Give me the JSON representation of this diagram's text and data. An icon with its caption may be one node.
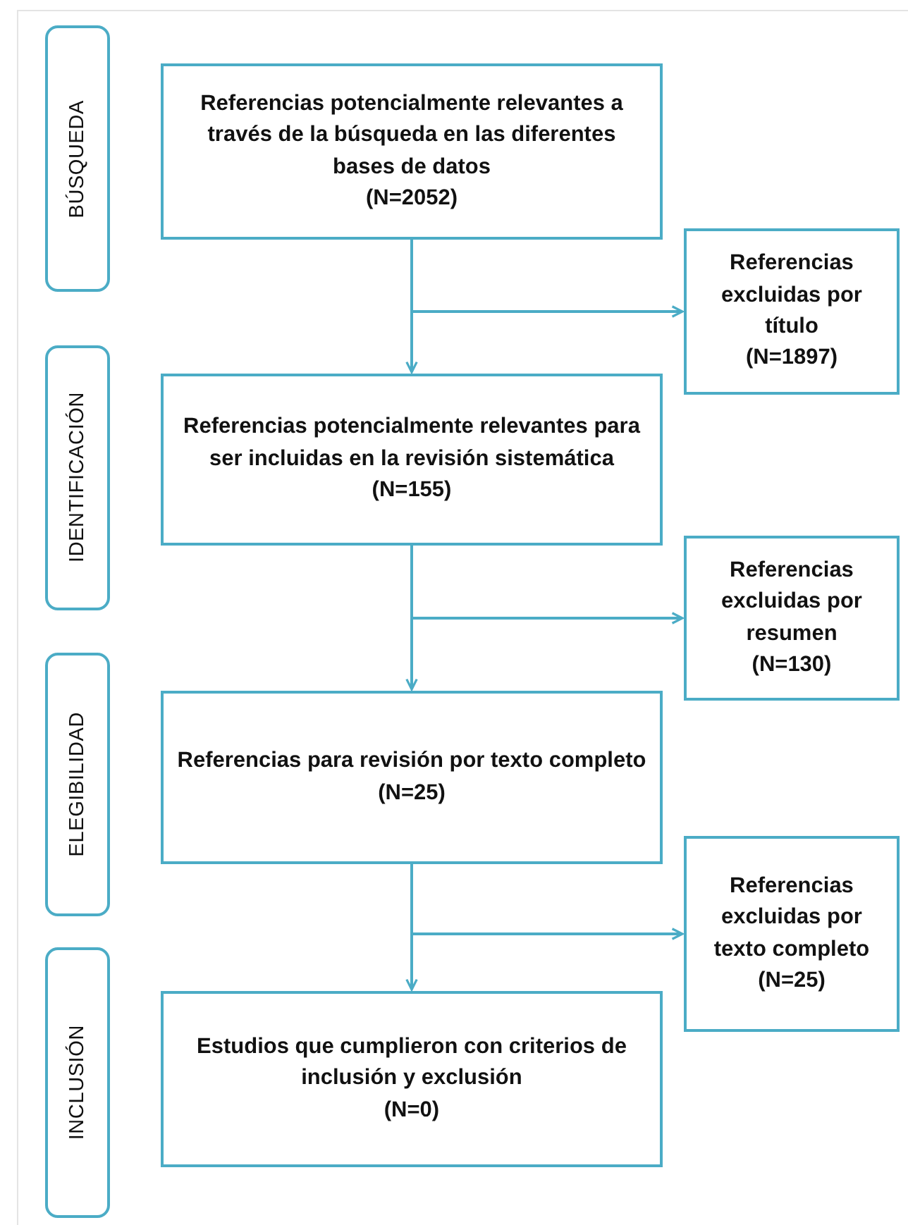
{
  "diagram": {
    "nodes": [
      {
        "text": [
          "BÚSQUEDA"
        ]
      },
      {
        "text": [
          "Referencias potencialmente relevantes a través de la búsqueda en las diferentes bases de datos",
          "(N=2052)"
        ]
      },
      {
        "text": [
          "Referencias excluidas por título",
          "(N=1897)"
        ]
      },
      {
        "text": [
          "IDENTIFICACIÓN"
        ]
      },
      {
        "text": [
          "Referencias potencialmente relevantes para ser incluidas en la revisión sistemática",
          "(N=155)"
        ]
      },
      {
        "text": [
          "Referencias excluidas por resumen",
          "(N=130)"
        ]
      },
      {
        "text": [
          "ELEGIBILIDAD"
        ]
      },
      {
        "text": [
          "Referencias para revisión por texto completo",
          "(N=25)"
        ]
      },
      {
        "text": [
          "Referencias excluidas por texto completo",
          "(N=25)"
        ]
      },
      {
        "text": [
          "INCLUSIÓN"
        ]
      },
      {
        "text": [
          "Estudios que cumplieron con criterios de inclusión y exclusión",
          "(N=0)"
        ]
      }
    ],
    "edges": [
      {
        "from": 1,
        "to": 4,
        "arrow": "to"
      },
      {
        "from": 1,
        "to": 2,
        "arrow": "to"
      },
      {
        "from": 4,
        "to": 7,
        "arrow": "to"
      },
      {
        "from": 4,
        "to": 5,
        "arrow": "to"
      },
      {
        "from": 7,
        "to": 10,
        "arrow": "to"
      },
      {
        "from": 7,
        "to": 8,
        "arrow": "to"
      }
    ]
  }
}
